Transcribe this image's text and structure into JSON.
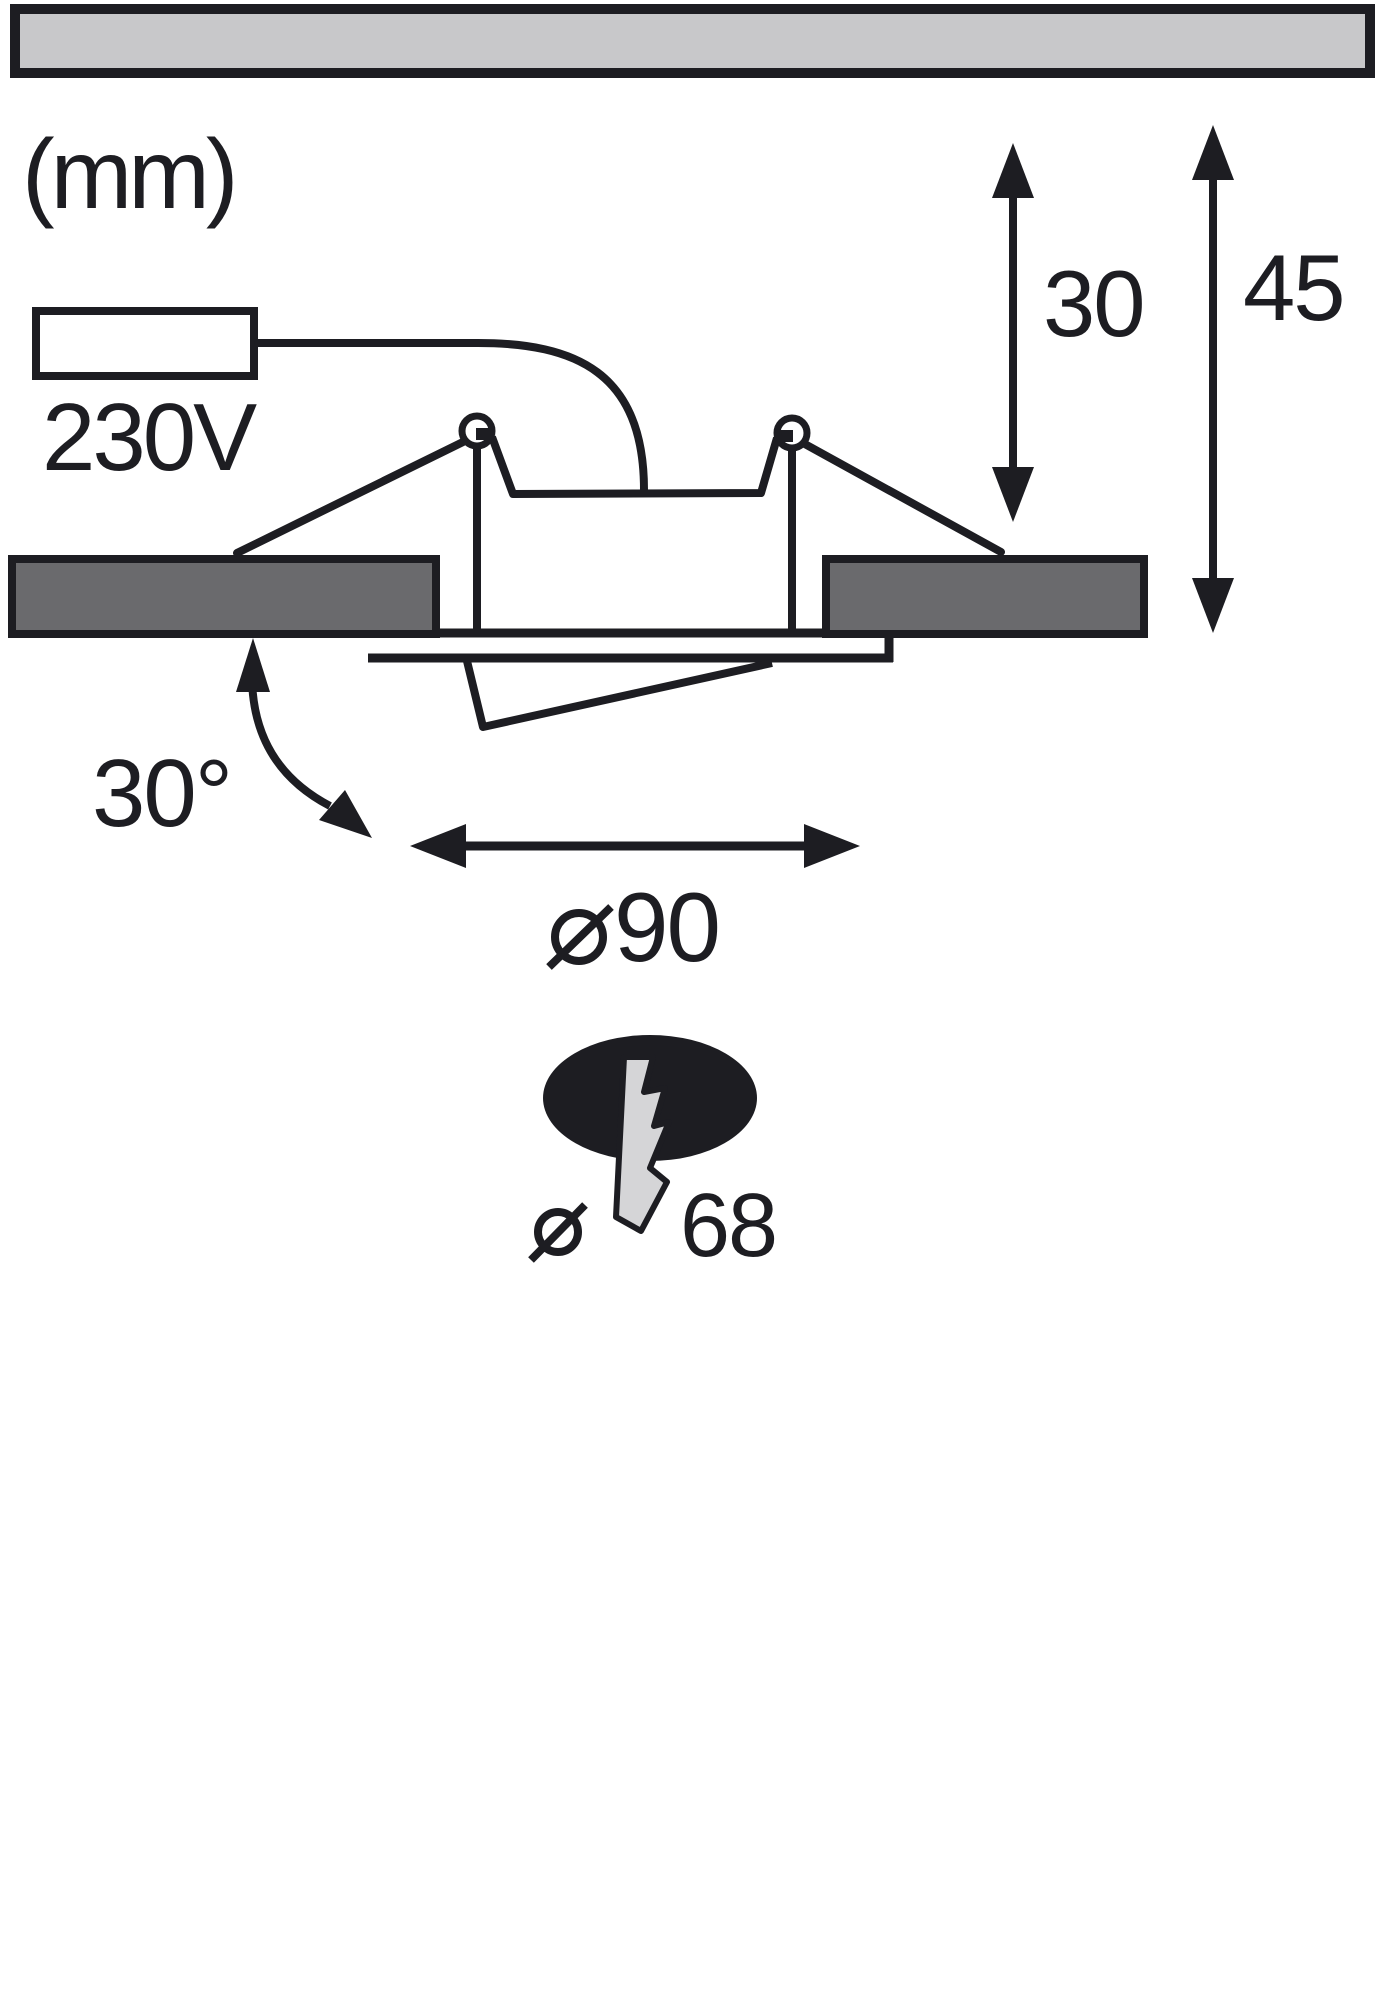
{
  "diagram": {
    "unit_note": "(mm)",
    "mains_label": "230V",
    "dimensions": {
      "recess_depth": {
        "label": "30"
      },
      "total_height": {
        "label": "45"
      },
      "tilt_angle": {
        "label": "30°"
      },
      "outer_diameter": {
        "symbol": "⌀",
        "label": "90"
      },
      "cutout_diameter": {
        "symbol": "⌀",
        "label": "68"
      }
    },
    "icons": {
      "lightning_bolt": "lightning-bolt-icon",
      "diameter_symbol": "diameter-symbol"
    },
    "colors": {
      "outline": "#1d1d22",
      "ceiling_panel": "#c8c8ca",
      "ceiling_cutaway": "#6a6a6d",
      "bolt_fill": "#d5d5d7",
      "background": "#ffffff"
    }
  }
}
